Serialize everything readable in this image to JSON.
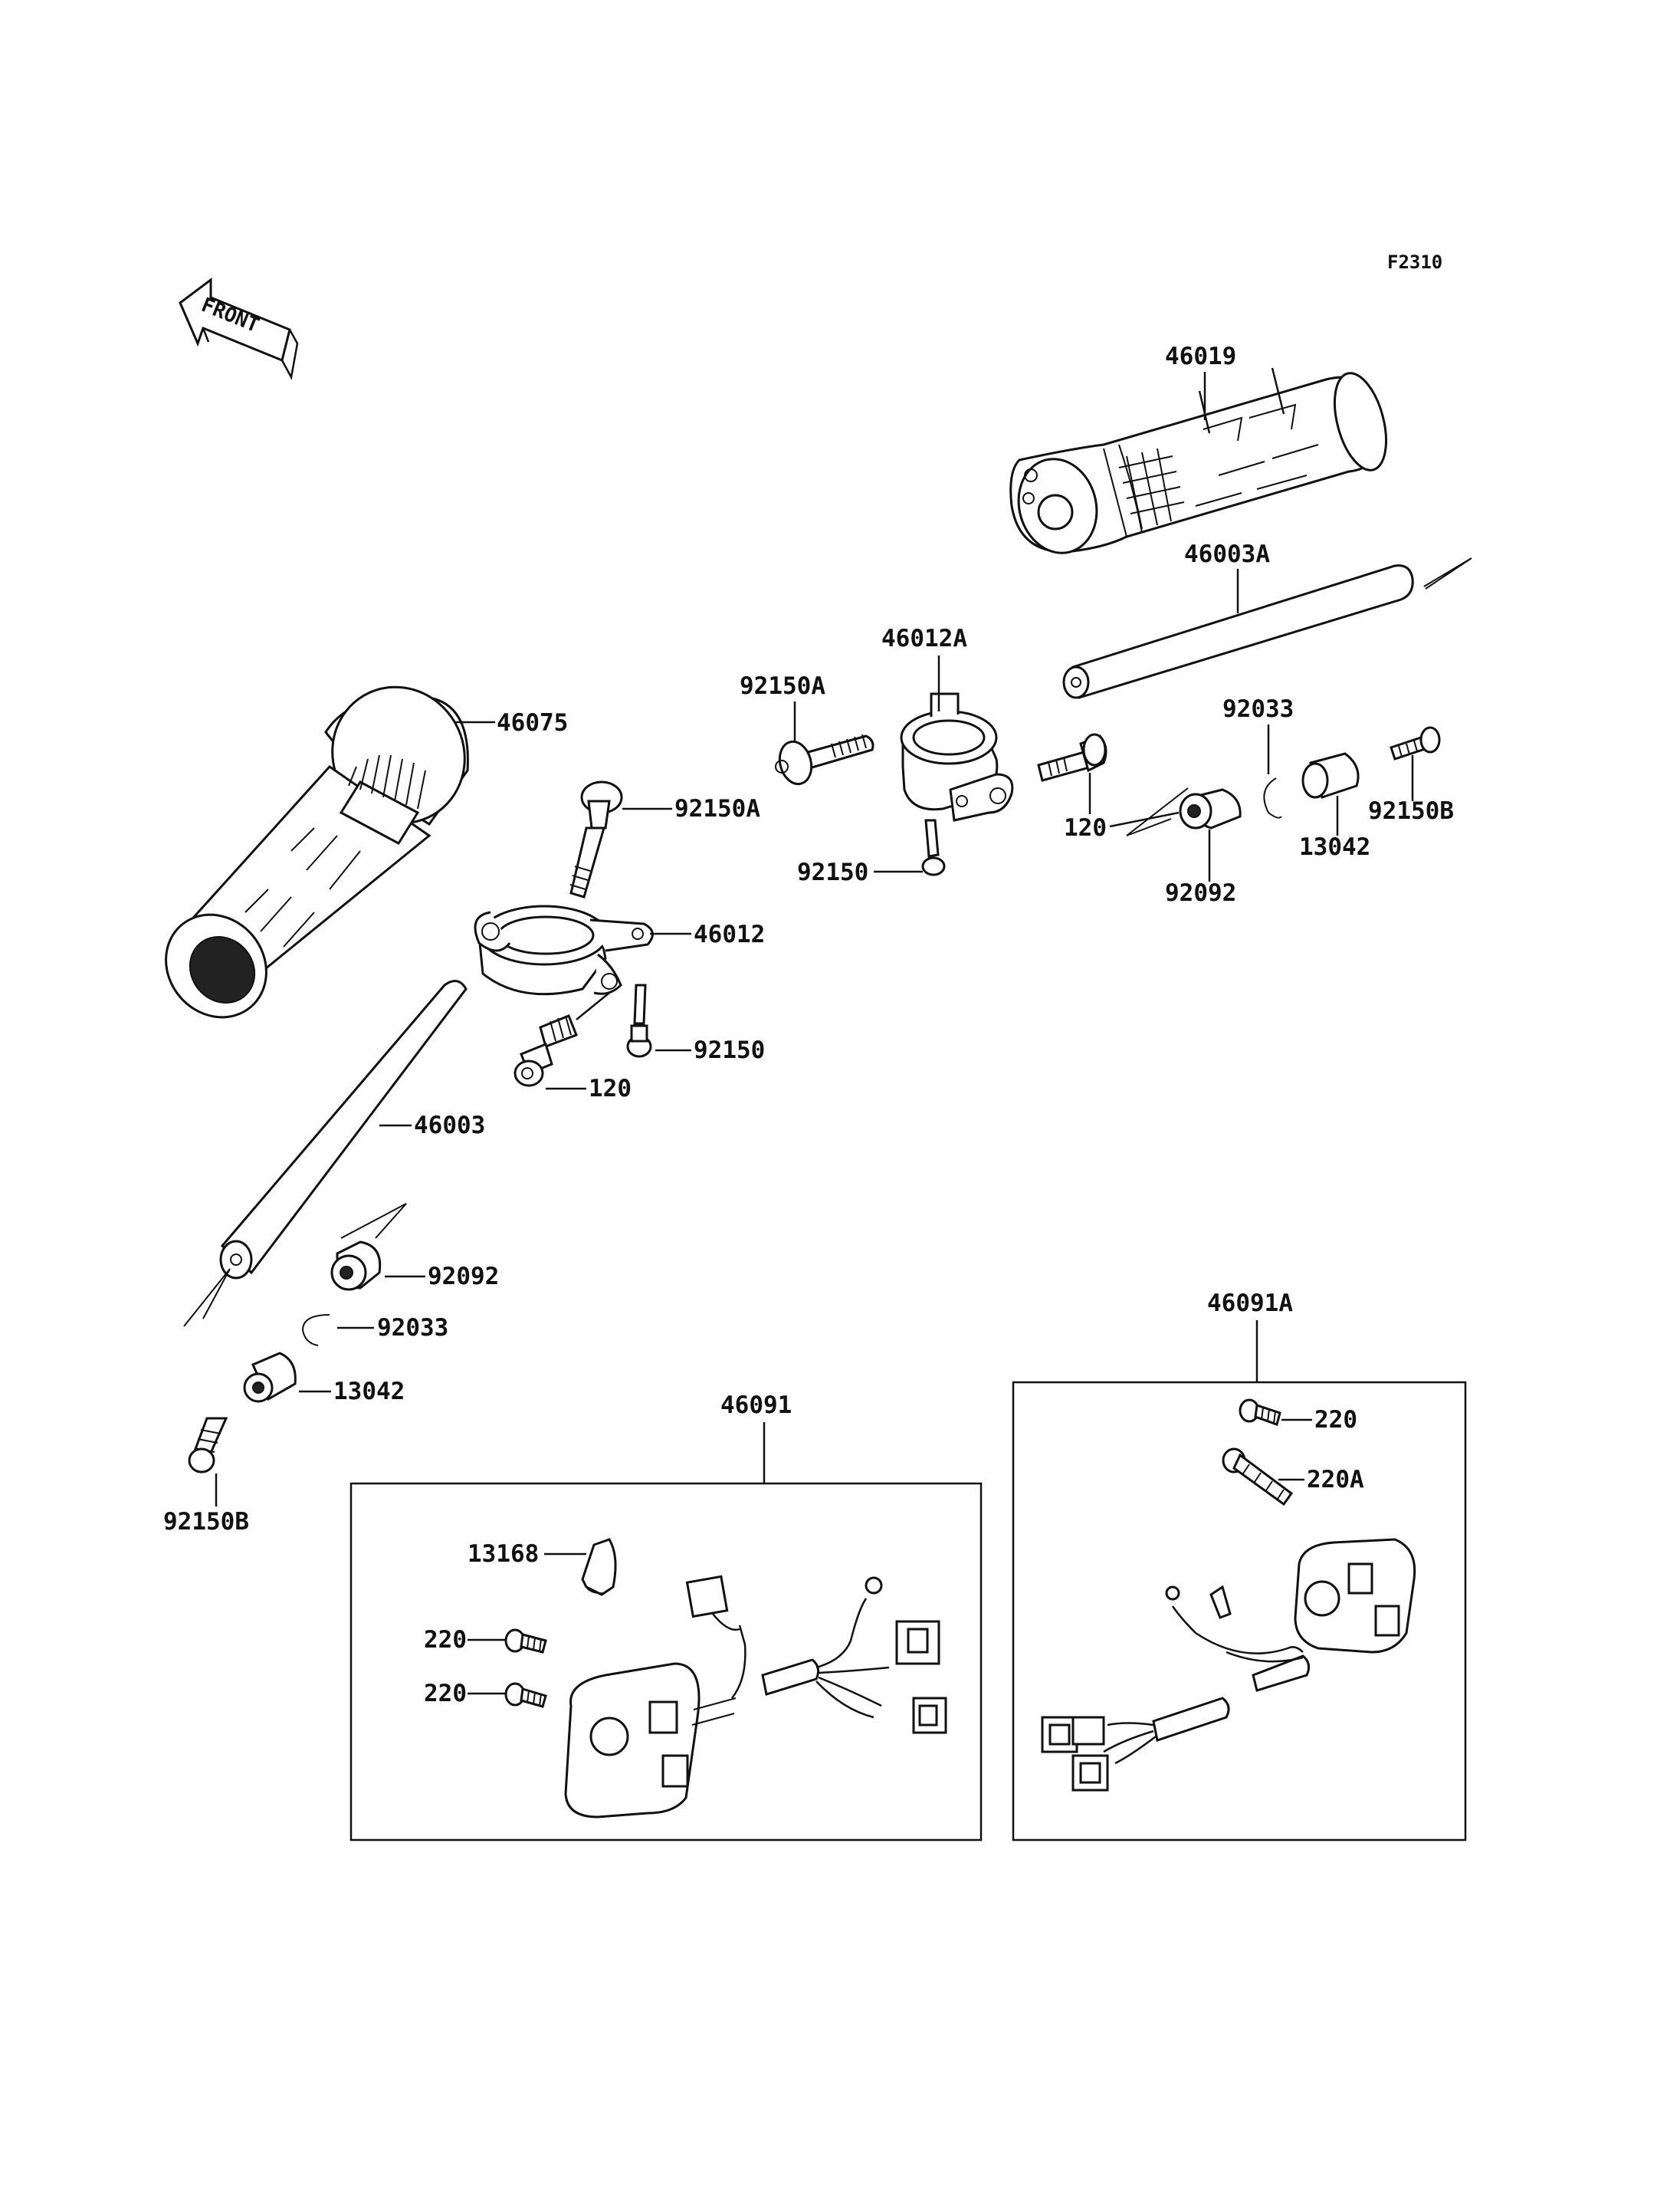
{
  "diagram_code": "F2310",
  "front_arrow_text": "FRONT",
  "labels": {
    "p46019": "46019",
    "p46003A": "46003A",
    "p46012A": "46012A",
    "p92150A_top": "92150A",
    "p92033_right": "92033",
    "p120_right": "120",
    "p13042_right": "13042",
    "p92150B_right": "92150B",
    "p92150_top": "92150",
    "p92092_right": "92092",
    "p46075": "46075",
    "p92150A_left": "92150A",
    "p46012": "46012",
    "p92150_left": "92150",
    "p120_left": "120",
    "p46003": "46003",
    "p92092_left": "92092",
    "p92033_left": "92033",
    "p13042_left": "13042",
    "p92150B_left": "92150B",
    "p46091": "46091",
    "p13168": "13168",
    "p220_a": "220",
    "p220_b": "220",
    "p46091A": "46091A",
    "p220_c": "220",
    "p220A": "220A"
  }
}
